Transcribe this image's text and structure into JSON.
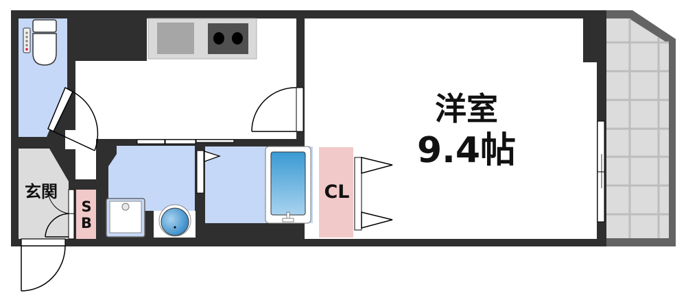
{
  "floor_plan": {
    "rooms": {
      "western_room": {
        "name": "洋室",
        "size": "9.4帖"
      },
      "closet": {
        "label": "CL"
      },
      "shoe_box": {
        "label_top": "S",
        "label_bottom": "B"
      },
      "entrance": {
        "label": "玄関"
      }
    },
    "colors": {
      "wall": "#2f2f2f",
      "toilet_floor": "#c6d8f7",
      "bath_floor": "#c6d8f7",
      "closet": "#f1c9c9",
      "entrance_floor": "#dcdcdc",
      "balcony": "#dcdcdc",
      "balcony_wall": "#636363",
      "bathtub_top": "#3a9ad3",
      "bathtub_bottom": "#a9d3ef",
      "kitchen_counter": "#d9d9d9",
      "sink": "#a6a6a6",
      "stove": "#505050"
    }
  }
}
